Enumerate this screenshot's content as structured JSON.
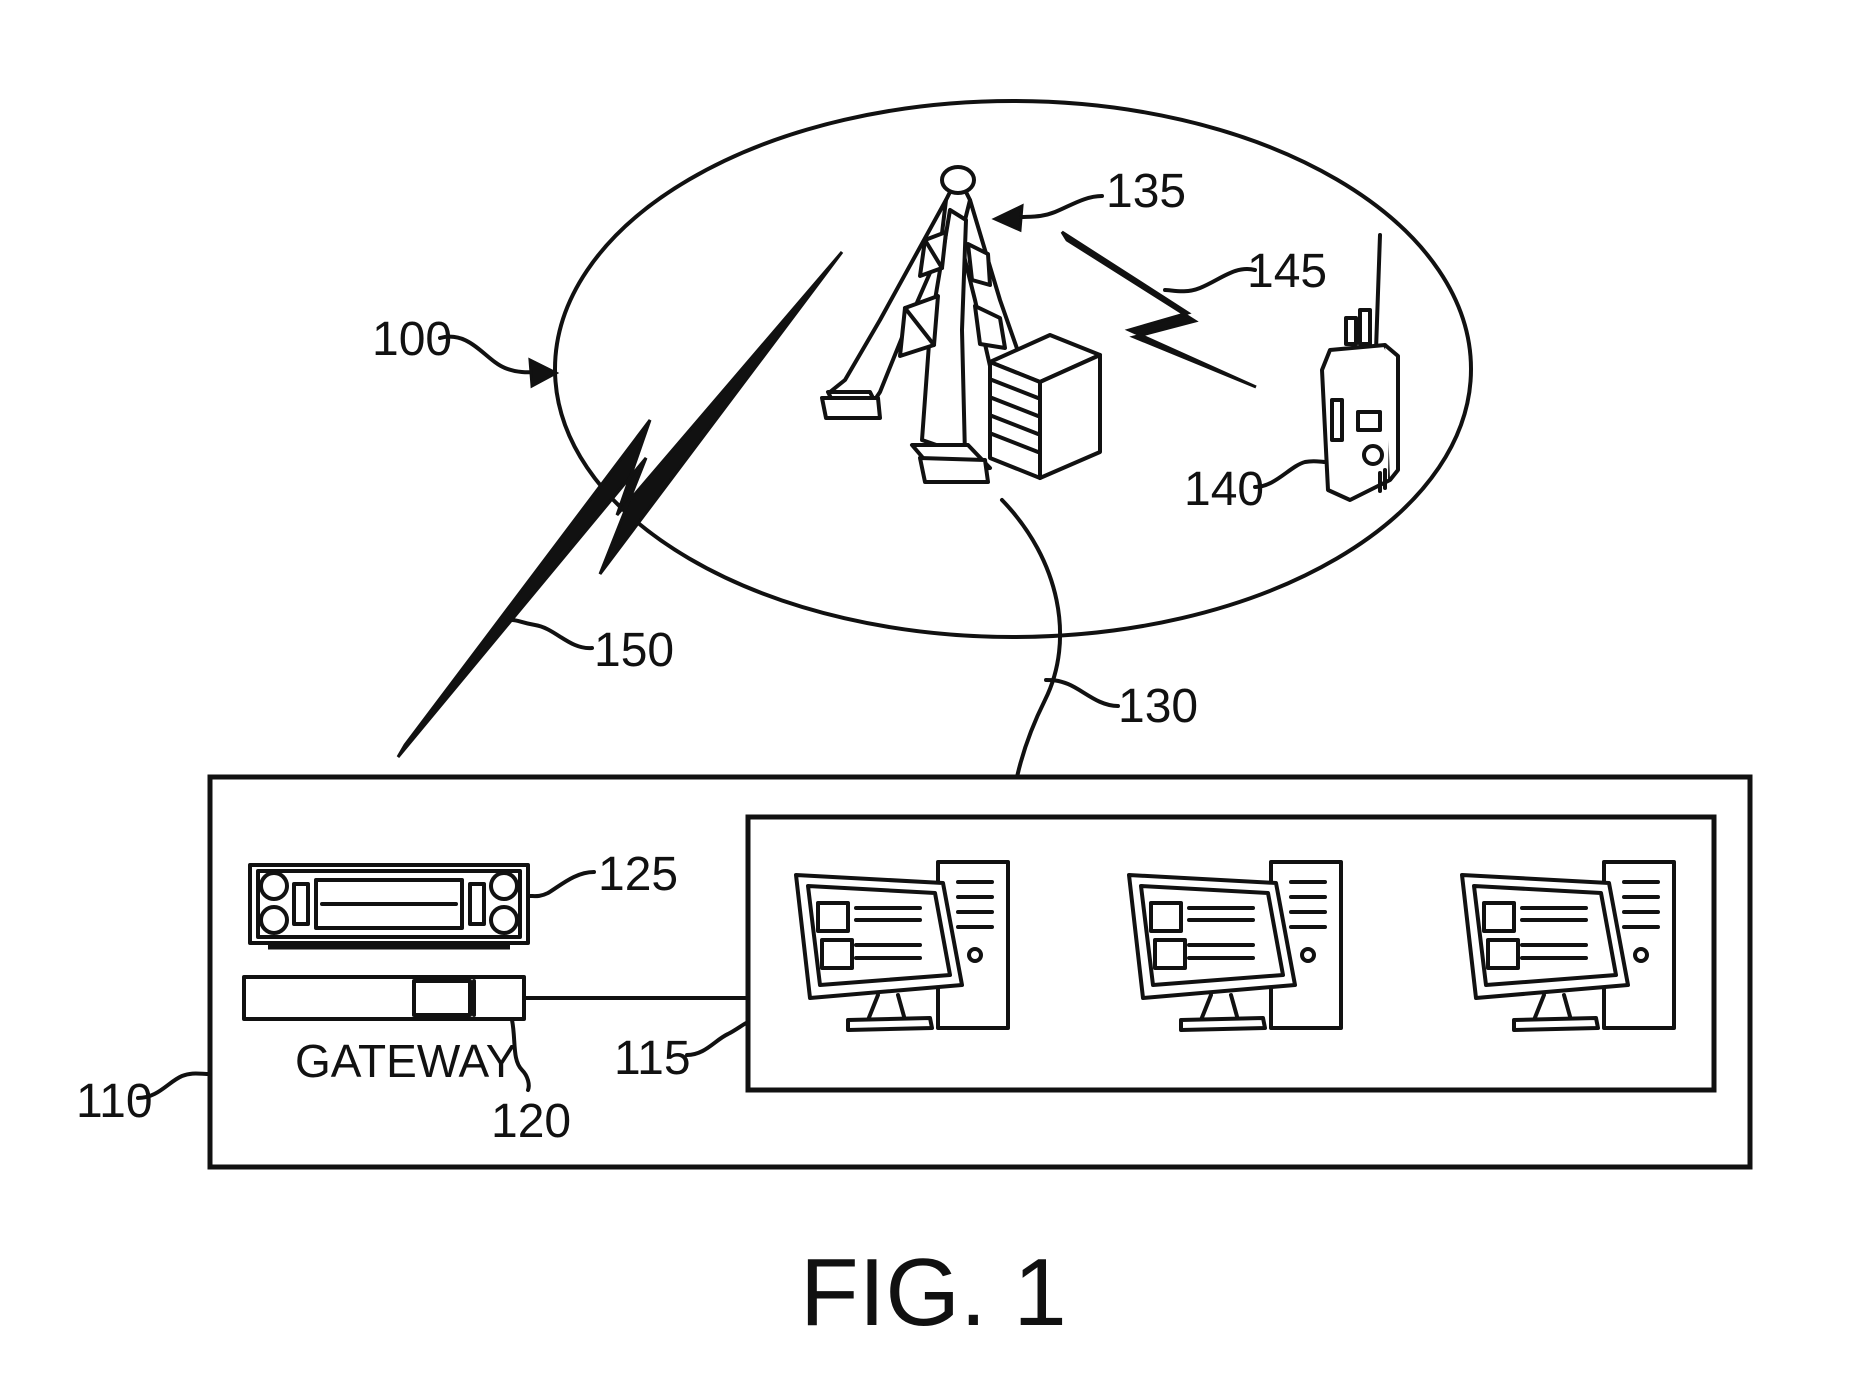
{
  "refs": {
    "r100": "100",
    "r110": "110",
    "r115": "115",
    "r120": "120",
    "r125": "125",
    "r130": "130",
    "r135": "135",
    "r140": "140",
    "r145": "145",
    "r150": "150"
  },
  "gateway_label": "GATEWAY",
  "figure_label": "FIG. 1"
}
